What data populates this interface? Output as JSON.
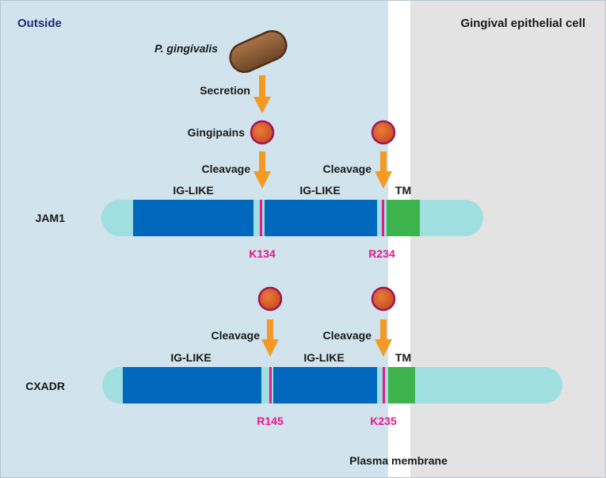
{
  "regions": {
    "outside_label": "Outside",
    "cell_label": "Gingival epithelial cell",
    "membrane_label": "Plasma membrane"
  },
  "bacterium": {
    "name": "P. gingivalis",
    "secretion_label": "Secretion",
    "gingipains_label": "Gingipains"
  },
  "jam1": {
    "name": "JAM1",
    "domain1": "IG-LIKE",
    "domain2": "IG-LIKE",
    "tm": "TM",
    "site1": "K134",
    "site2": "R234",
    "cleavage1": "Cleavage",
    "cleavage2": "Cleavage"
  },
  "cxadr": {
    "name": "CXADR",
    "domain1": "IG-LIKE",
    "domain2": "IG-LIKE",
    "tm": "TM",
    "site1": "R145",
    "site2": "K235",
    "cleavage1": "Cleavage",
    "cleavage2": "Cleavage"
  },
  "colors": {
    "outside_bg": "#d1e3ec",
    "cell_bg": "#e3e3e3",
    "membrane": "#ffffff",
    "terminal": "#a0dfe0",
    "ig_domain": "#0068bd",
    "tm_domain": "#3cb44b",
    "cleavage_site": "#e6198a",
    "arrow": "#f39a24",
    "gingipain": "#d95a24",
    "bacterium": "#8c5a35",
    "outside_text": "#1f2d7a",
    "text": "#1a1a1a"
  }
}
